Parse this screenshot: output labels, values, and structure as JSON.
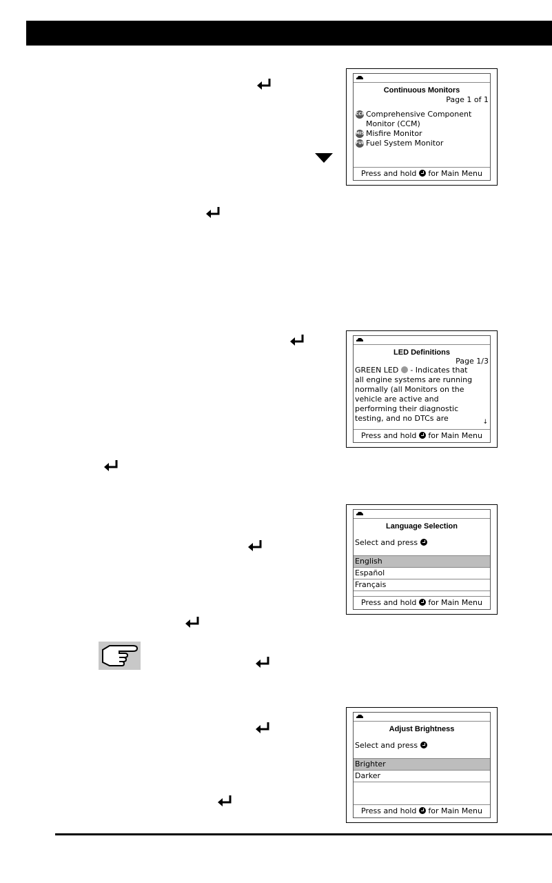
{
  "screens": [
    {
      "title": "Continuous Monitors",
      "page": "Page 1 of 1",
      "items": [
        {
          "badge": "CCM",
          "text": "Comprehensive Component"
        },
        {
          "badge": "",
          "text": "Monitor (CCM)"
        },
        {
          "badge": "MIS",
          "text": "Misfire Monitor"
        },
        {
          "badge": "FUE",
          "text": "Fuel System Monitor"
        }
      ],
      "footer_pre": "Press and hold",
      "footer_post": "for Main Menu"
    },
    {
      "title": "LED Definitions",
      "page": "Page 1/3",
      "lines": [
        "all engine systems are running",
        "normally (all Monitors on the",
        "vehicle are active and",
        "performing their diagnostic",
        "testing, and no DTCs are"
      ],
      "first_line_pre": "GREEN LED",
      "first_line_post": "- Indicates that",
      "footer_pre": "Press and hold",
      "footer_post": "for Main Menu"
    },
    {
      "title": "Language Selection",
      "prompt": "Select and press",
      "options": [
        "English",
        "Español",
        "Français"
      ],
      "footer_pre": "Press and hold",
      "footer_post": "for Main Menu"
    },
    {
      "title": "Adjust Brightness",
      "prompt": "Select and press",
      "options": [
        "Brighter",
        "Darker"
      ],
      "footer_pre": "Press and hold",
      "footer_post": "for Main Menu"
    }
  ],
  "colors": {
    "selected_row": "#bdbdbd",
    "header_bar": "#000000"
  }
}
